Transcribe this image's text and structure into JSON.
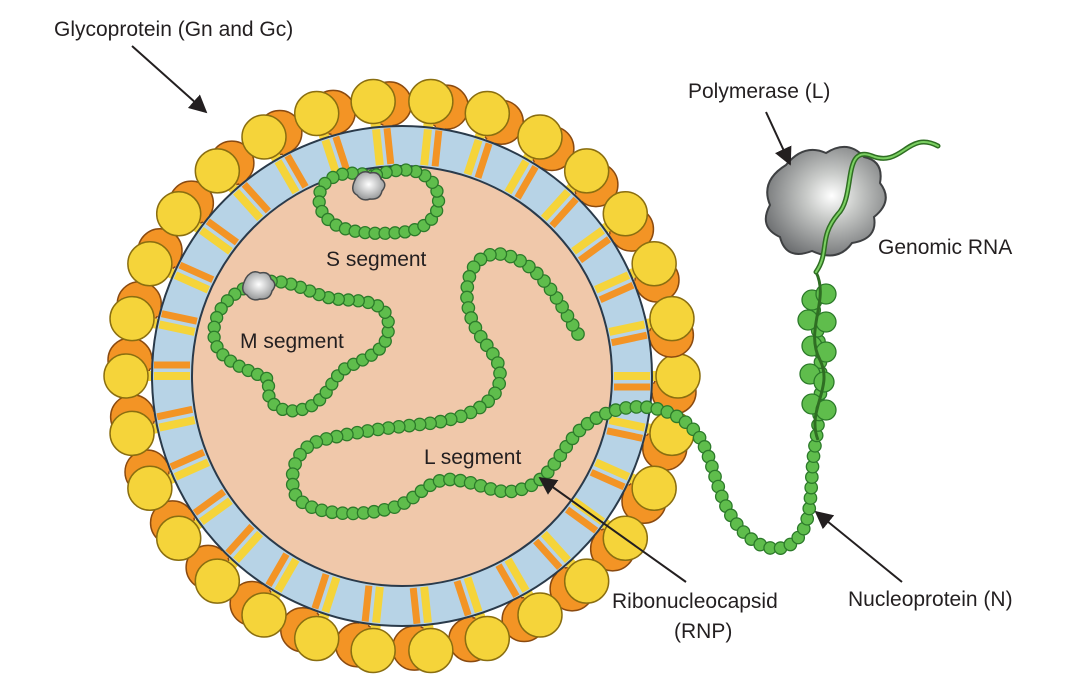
{
  "labels": {
    "glycoprotein": "Glycoprotein (Gn and Gc)",
    "polymerase": "Polymerase (L)",
    "genomic_rna": "Genomic RNA",
    "s_segment": "S segment",
    "m_segment": "M segment",
    "l_segment": "L segment",
    "ribonucleocapsid": "Ribonucleocapsid",
    "rnp": "(RNP)",
    "nucleoprotein": "Nucleoprotein (N)"
  },
  "colors": {
    "interior": "#f0c8aa",
    "membrane": "#b7d3e6",
    "glycoprotein_yellow": "#f5d43a",
    "glycoprotein_orange": "#f39425",
    "nucleoprotein_green": "#5fbd4c",
    "nucleoprotein_outline": "#2c7a2a",
    "rna_strand": "#2f6e23",
    "polymerase_grey": "#8a8c8e"
  },
  "icons": [
    "arrow-icon",
    "polymerase-blob-icon"
  ]
}
